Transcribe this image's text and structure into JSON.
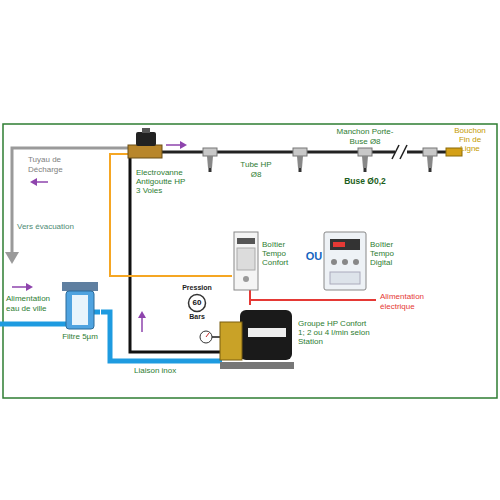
{
  "diagram": {
    "nodes": [
      {
        "text": [
          "Electrovanne Antigoutte HP 3 Voies"
        ]
      },
      {
        "text": [
          "Bouchon Fin de Ligne"
        ]
      },
      {
        "text": [
          "Boîtier Tempo Confort"
        ]
      },
      {
        "text": [
          "Boîtier Tempo Digital"
        ]
      },
      {
        "text": [
          "Filtre 5µm"
        ]
      },
      {
        "text": [
          "Groupe HP Confort 1; 2 ou 4 l/min selon Station"
        ]
      }
    ],
    "edges": [
      {
        "from": 4,
        "to": 5,
        "label": "Liaison inox",
        "arrow": "none"
      },
      {
        "from": 5,
        "to": 0,
        "arrow": "none"
      },
      {
        "from": 0,
        "to": 1,
        "arrow": "none"
      },
      {
        "from": 0,
        "to": 2,
        "arrow": "none"
      },
      {
        "from": 2,
        "to": 5,
        "arrow": "none"
      }
    ],
    "labels": [
      "Tuyau de Décharge",
      "Manchon Porte-Buse Ø8",
      "Tube HP Ø8",
      "Buse Ø0,2",
      "Vers évacuation",
      "OU",
      "Alimentation électrique",
      "Pression",
      "60",
      "Bars",
      "Alimentation eau de ville"
    ]
  }
}
